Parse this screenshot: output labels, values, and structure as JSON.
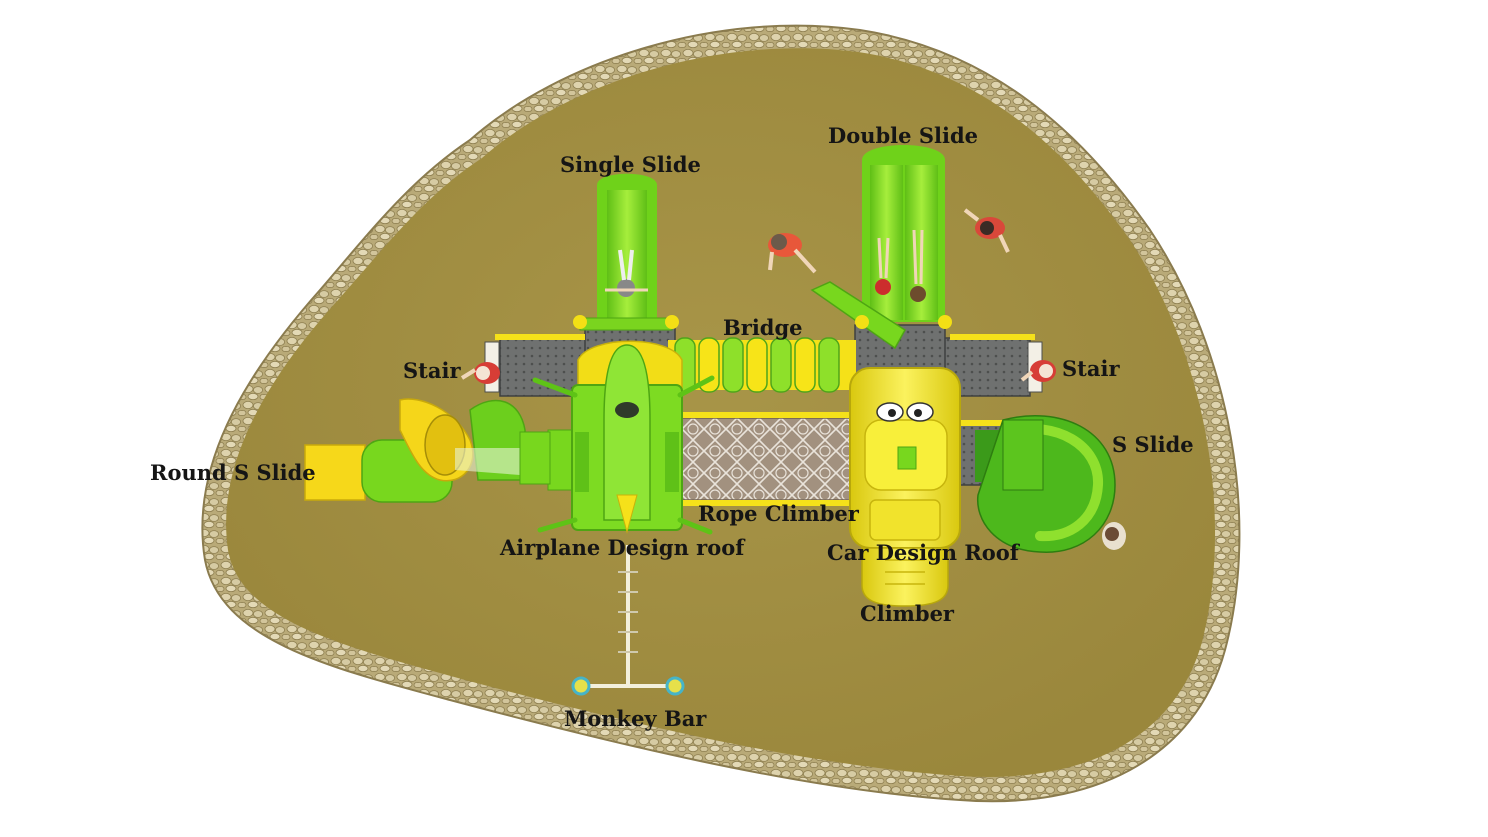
{
  "labels": {
    "double_slide": "Double Slide",
    "single_slide": "Single Slide",
    "bridge": "Bridge",
    "stair_left": "Stair",
    "stair_right": "Stair",
    "s_slide": "S Slide",
    "round_s_slide": "Round S Slide",
    "rope_climber": "Rope Climber",
    "airplane_roof": "Airplane Design roof",
    "car_roof": "Car Design Roof",
    "climber": "Climber",
    "monkey_bar": "Monkey Bar"
  },
  "colors": {
    "ground": "#a28f43",
    "border_stone": "#cfc29a",
    "green": "#86dc1e",
    "green_dark": "#4fa51a",
    "yellow": "#f0e41c",
    "yellow_dark": "#c7b50d",
    "deck": "#6f7170",
    "net": "#8f7a6a"
  }
}
